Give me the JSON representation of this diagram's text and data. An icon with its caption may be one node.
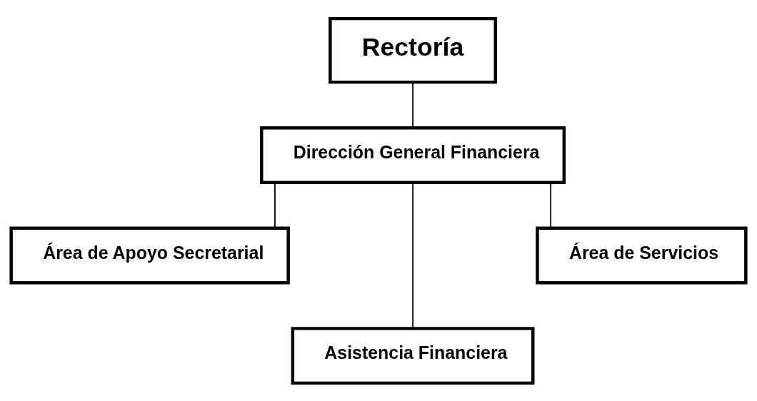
{
  "diagram": {
    "nodes": [
      {
        "text": [
          "Rectoría"
        ]
      },
      {
        "text": [
          "Dirección General Financiera"
        ]
      },
      {
        "text": [
          "Área de Apoyo Secretarial"
        ]
      },
      {
        "text": [
          "Asistencia Financiera"
        ]
      },
      {
        "text": [
          "Área de Servicios"
        ]
      }
    ],
    "edges": [
      {
        "from": 0,
        "to": 1,
        "arrow": "none"
      },
      {
        "from": 1,
        "to": 2,
        "arrow": "none"
      },
      {
        "from": 1,
        "to": 3,
        "arrow": "none"
      },
      {
        "from": 1,
        "to": 4,
        "arrow": "none"
      }
    ]
  }
}
